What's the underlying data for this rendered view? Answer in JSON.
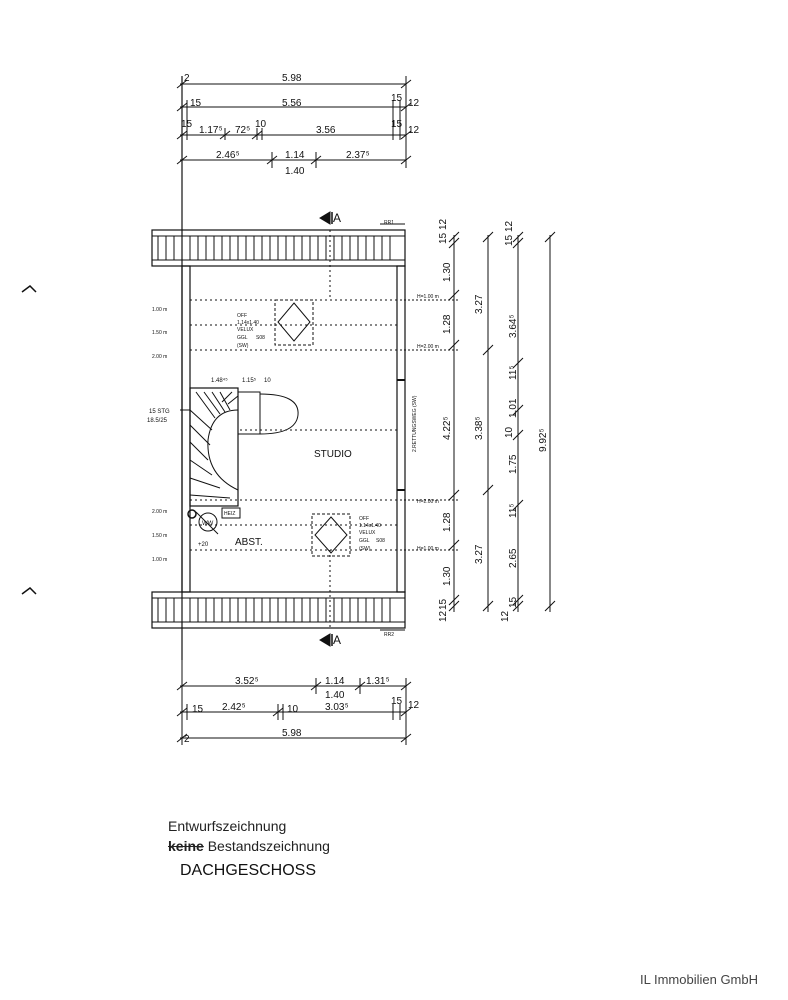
{
  "drawing": {
    "top_dims": {
      "row1": [
        "2",
        "5.98"
      ],
      "row2": [
        "15",
        "5.56",
        "15",
        "12"
      ],
      "row3": [
        "15",
        "1.17⁵",
        "72⁵",
        "10",
        "3.56",
        "15",
        "12"
      ],
      "row4": [
        "2.46⁵",
        "1.14",
        "2.37⁵",
        "1.40"
      ]
    },
    "bottom_dims": {
      "row1": [
        "3.52⁵",
        "1.14",
        "1.31⁵",
        "1.40"
      ],
      "row2": [
        "15",
        "2.42⁵",
        "10",
        "3.03⁵",
        "15",
        "12"
      ],
      "row3": [
        "2",
        "5.98"
      ]
    },
    "right_dims": {
      "col1": [
        "15",
        "12",
        "1.30",
        "1.28",
        "4.22⁵",
        "1.28",
        "1.30",
        "12",
        "15"
      ],
      "col2": [
        "3.27",
        "3.38⁵",
        "3.27"
      ],
      "col3": [
        "15",
        "12",
        "3.64⁵",
        "11⁵",
        "1.01",
        "10",
        "1.75",
        "11⁵",
        "2.65",
        "15",
        "12"
      ],
      "col4": [
        "9.92⁵"
      ]
    },
    "section_marker": "A",
    "rr_labels": [
      "RR1",
      "RR2"
    ],
    "height_marks_top": [
      "H=1.00 m",
      "H=2.00 m"
    ],
    "height_marks_bottom": [
      "H=2.00 m",
      "H=1.00 m"
    ],
    "left_heights_top": [
      "1.00 m",
      "1.50 m",
      "2.00 m"
    ],
    "left_heights_bottom": [
      "2.00 m",
      "1.50 m",
      "1.00 m"
    ],
    "stairs": {
      "steps": "15 STG",
      "ratio": "18.5/25"
    },
    "window_label": [
      "OFF",
      "1.14x1.40",
      "VELUX",
      "GGL",
      "S08",
      "(SW)"
    ],
    "opening_dims": [
      "1.48⁴⁵",
      "1.15⁵",
      "10"
    ],
    "rescue_path": "2.RETTUNGSWEG (SW)",
    "room_studio": "STUDIO",
    "room_abst": "ABST.",
    "ww_label": "WW",
    "heiz_label": "HEIZ",
    "plus_label": "+20"
  },
  "caption": {
    "line1": "Entwurfszeichnung",
    "line2_struck": "keine",
    "line2_rest": " Bestandszeichnung",
    "line3": "DACHGESCHOSS"
  },
  "brand": "IL Immobilien GmbH"
}
